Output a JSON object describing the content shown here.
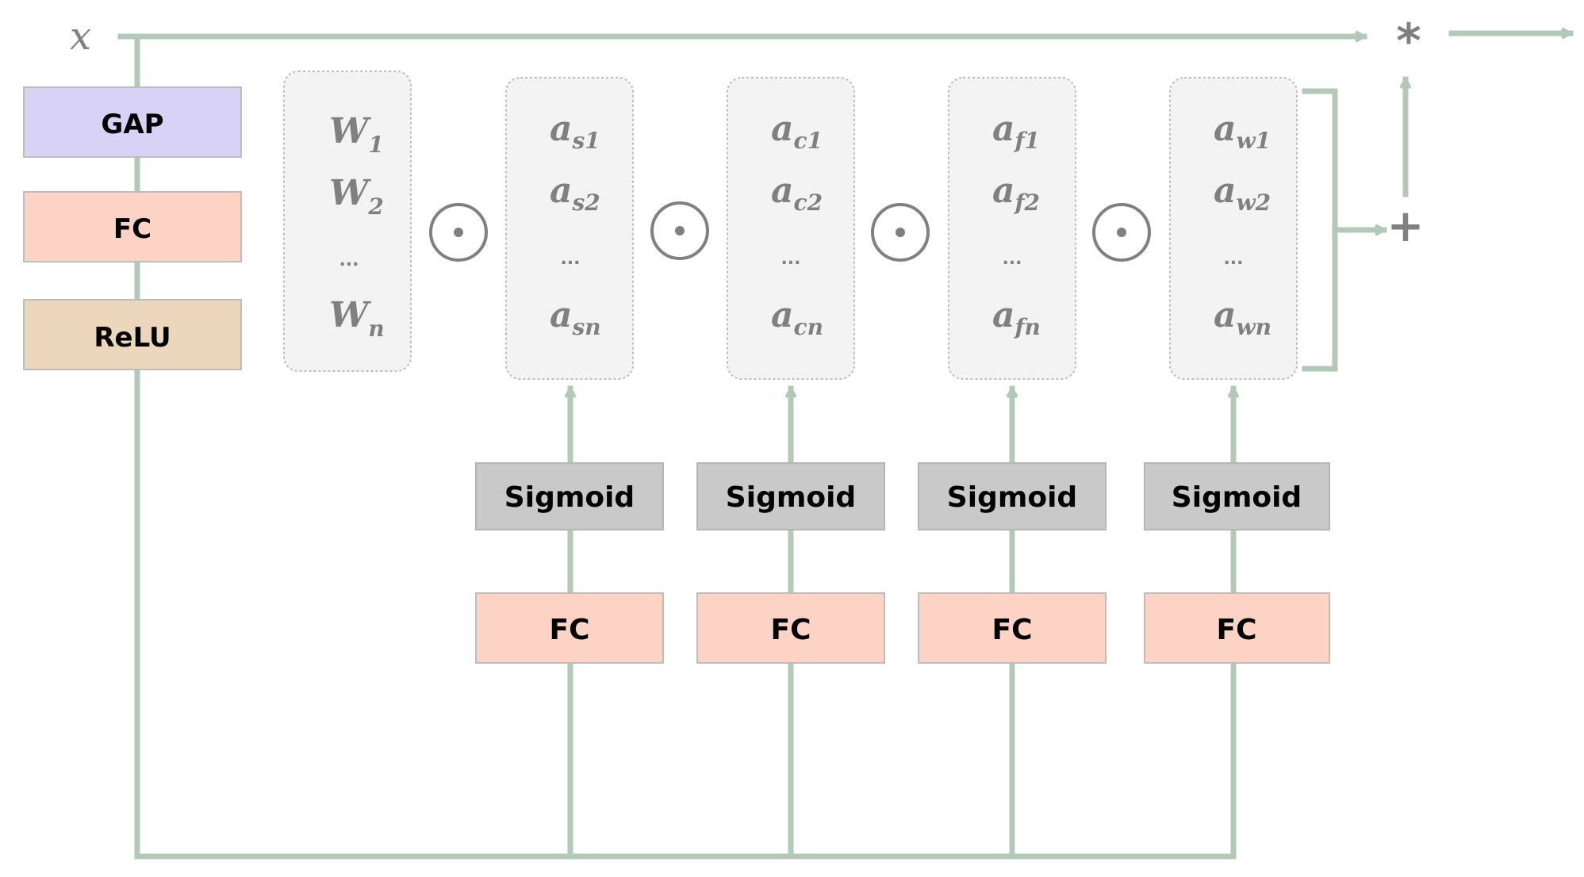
{
  "input_label": "x",
  "left_stack": {
    "gap": "GAP",
    "fc": "FC",
    "relu": "ReLU"
  },
  "weights_column": [
    "W1",
    "W2",
    "...",
    "Wn"
  ],
  "weights": {
    "w1_base": "W",
    "w1_sub": "1",
    "w2_base": "W",
    "w2_sub": "2",
    "dots": "...",
    "wn_base": "W",
    "wn_sub": "n"
  },
  "attention_columns": [
    {
      "base": "a",
      "subs": [
        "s1",
        "s2",
        "sn"
      ],
      "dots": "..."
    },
    {
      "base": "a",
      "subs": [
        "c1",
        "c2",
        "cn"
      ],
      "dots": "..."
    },
    {
      "base": "a",
      "subs": [
        "f1",
        "f2",
        "fn"
      ],
      "dots": "..."
    },
    {
      "base": "a",
      "subs": [
        "w1",
        "w2",
        "wn"
      ],
      "dots": "..."
    }
  ],
  "branch_boxes": {
    "sigmoid": "Sigmoid",
    "fc": "FC"
  },
  "operators": {
    "hadamard": "⊙",
    "sum": "+",
    "multiply": "*"
  },
  "colors": {
    "line": "#b3c9b8",
    "gap_fill": "#d9d2f7",
    "fc_fill": "#fcd3c4",
    "relu_fill": "#ecd6bc",
    "sigmoid_fill": "#c9c9c9",
    "column_fill": "#f3f3f3",
    "column_border": "#bdbdbd"
  }
}
